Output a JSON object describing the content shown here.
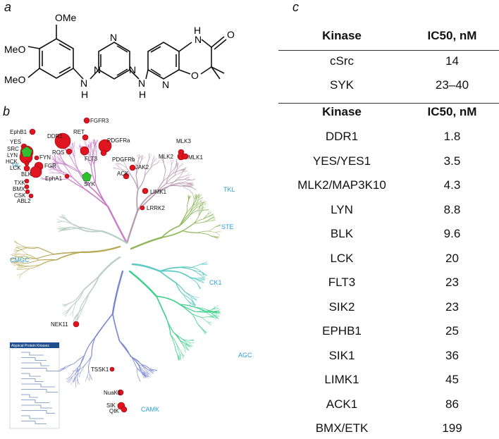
{
  "panels": {
    "a": "a",
    "b": "b",
    "c": "c"
  },
  "molecule": {
    "ome_top": "OMe",
    "meo_mid": "MeO",
    "meo_low": "MeO",
    "n": "N",
    "h": "H",
    "o": "O",
    "nh": "N"
  },
  "kinome": {
    "groups": [
      "TK",
      "TKL",
      "STE",
      "CK1",
      "AGC",
      "CAMK",
      "CMGC"
    ],
    "hits": [
      {
        "label": "EphB1"
      },
      {
        "label": "DDR1"
      },
      {
        "label": "RET"
      },
      {
        "label": "FGFR3"
      },
      {
        "label": "YES"
      },
      {
        "label": "SRC"
      },
      {
        "label": "LYN"
      },
      {
        "label": "HCK"
      },
      {
        "label": "LCK"
      },
      {
        "label": "FYN"
      },
      {
        "label": "FGR"
      },
      {
        "label": "BLK"
      },
      {
        "label": "ROS"
      },
      {
        "label": "FLT3"
      },
      {
        "label": "PDGFRa"
      },
      {
        "label": "PDGFRb"
      },
      {
        "label": "ACK"
      },
      {
        "label": "JAK2"
      },
      {
        "label": "MLK3"
      },
      {
        "label": "MLK2"
      },
      {
        "label": "MLK1"
      },
      {
        "label": "EphA1"
      },
      {
        "label": "SYK"
      },
      {
        "label": "TXK"
      },
      {
        "label": "BMX"
      },
      {
        "label": "CSK"
      },
      {
        "label": "ABL2"
      },
      {
        "label": "LIMK1"
      },
      {
        "label": "LRRK2"
      },
      {
        "label": "NEK11"
      },
      {
        "label": "TSSK1"
      },
      {
        "label": "NuaK1"
      },
      {
        "label": "SIK"
      },
      {
        "label": "QIK"
      }
    ],
    "inset_title": "Atypical Protein Kinases"
  },
  "table_c": {
    "header": {
      "kinase": "Kinase",
      "ic50": "IC50, nM"
    },
    "top_rows": [
      {
        "kinase": "cSrc",
        "ic50": "14"
      },
      {
        "kinase": "SYK",
        "ic50": "23–40"
      }
    ],
    "rows": [
      {
        "kinase": "DDR1",
        "ic50": "1.8"
      },
      {
        "kinase": "YES/YES1",
        "ic50": "3.5"
      },
      {
        "kinase": "MLK2/MAP3K10",
        "ic50": "4.3"
      },
      {
        "kinase": "LYN",
        "ic50": "8.8"
      },
      {
        "kinase": "BLK",
        "ic50": "9.6"
      },
      {
        "kinase": "LCK",
        "ic50": "20"
      },
      {
        "kinase": "FLT3",
        "ic50": "23"
      },
      {
        "kinase": "SIK2",
        "ic50": "23"
      },
      {
        "kinase": "EPHB1",
        "ic50": "25"
      },
      {
        "kinase": "SIK1",
        "ic50": "36"
      },
      {
        "kinase": "LIMK1",
        "ic50": "45"
      },
      {
        "kinase": "ACK1",
        "ic50": "86"
      },
      {
        "kinase": "BMX/ETK",
        "ic50": "199"
      }
    ]
  },
  "colors": {
    "tk": "#c77dc7",
    "tkl": "#b89ab0",
    "ste": "#8cb85a",
    "ck1": "#5cc9c4",
    "agc": "#3dd08a",
    "camk": "#7a86d0",
    "cmgc": "#b8aa5a",
    "other": "#b9cfc4",
    "hit": "#e0141e",
    "syk_marker": "#2fbf2f",
    "group_label": "#2a9fd6"
  }
}
